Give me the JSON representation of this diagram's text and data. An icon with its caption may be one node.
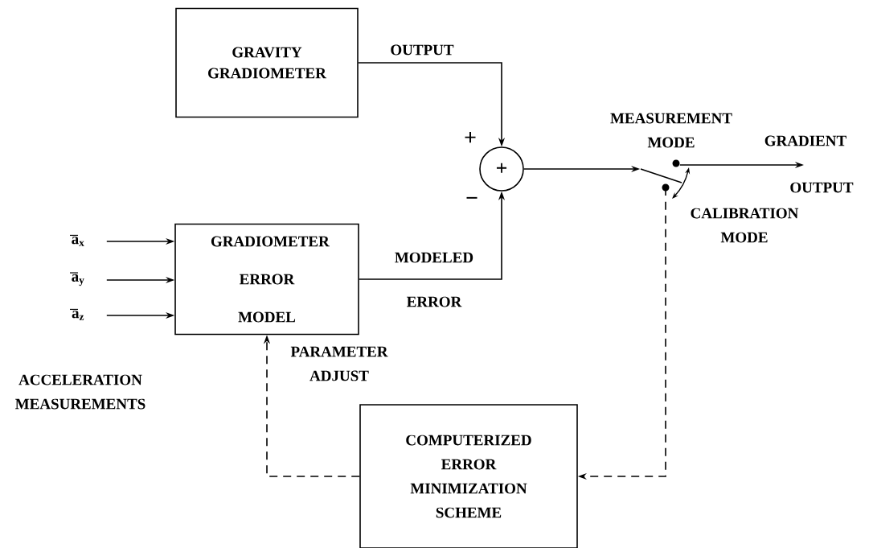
{
  "diagram": {
    "nodes": [
      {
        "text": [
          "GRAVITY GRADIOMETER"
        ]
      },
      {
        "text": [
          "+"
        ]
      },
      {
        "text": [
          "GRADIOMETER ERROR MODEL"
        ]
      },
      {
        "text": [
          "a$_{x}$"
        ]
      },
      {
        "text": [
          "a$_{y}$"
        ]
      },
      {
        "text": [
          "a$_{z}$"
        ]
      },
      {
        "text": [],
        "shape": "switch"
      },
      {
        "text": [
          "COMPUTERIZED ERROR MINIMIZATION SCHEME"
        ]
      }
    ],
    "edges": [
      {
        "from": 0,
        "to": 1,
        "arrow": "to"
      },
      {
        "from": 2,
        "to": 1,
        "arrow": "to"
      },
      {
        "from": 3,
        "to": 2,
        "arrow": "to"
      },
      {
        "from": 4,
        "to": 2,
        "arrow": "to"
      },
      {
        "from": 5,
        "to": 2,
        "arrow": "to"
      },
      {
        "from": 1,
        "to": 6,
        "arrow": "to"
      },
      {
        "from": 6,
        "to": null,
        "arrow": "to"
      },
      {
        "from": 6,
        "to": 7,
        "arrow": "to",
        "style": "dashed"
      },
      {
        "from": 7,
        "to": 2,
        "arrow": "to",
        "style": "dashed"
      }
    ],
    "labels": [
      "OUTPUT",
      "+",
      "−",
      "MEASUREMENT MODE",
      "GRADIENT",
      "OUTPUT",
      "CALIBRATION MODE",
      "MODELED",
      "ERROR",
      "PARAMETER ADJUST",
      "ACCELERATION MEASUREMENTS"
    ]
  }
}
